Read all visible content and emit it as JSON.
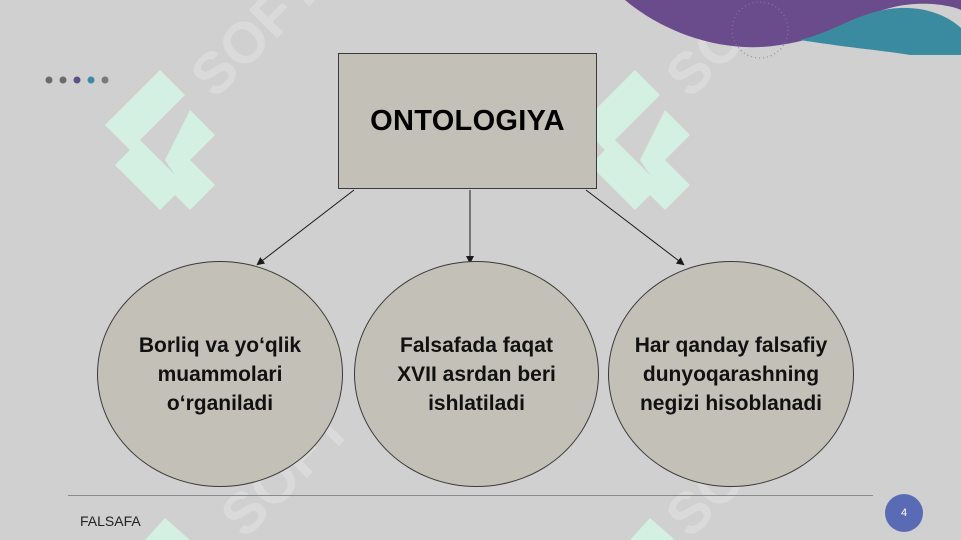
{
  "diagram": {
    "root": {
      "label": "ONTOLOGIYA"
    },
    "children": [
      {
        "label": "Borliq va yo‘qlik\nmuammolari\no‘rganiladi"
      },
      {
        "label": "Falsafada faqat\nXVII asrdan beri\nishlatiladi"
      },
      {
        "label": "Har qanday falsafiy\ndunyoqarashning\nnegizi hisoblanadi"
      }
    ]
  },
  "footer": {
    "title": "FALSAFA",
    "page_number": "4"
  },
  "watermark": {
    "text": "SOFT"
  },
  "colors": {
    "background": "#d0d0d0",
    "shape_fill": "#c3c0b8",
    "accent_purple": "#6a4c8c",
    "accent_teal": "#3a8aa0",
    "logo_mint": "#d4f0e2",
    "badge": "#5a6bb5"
  },
  "decor": {
    "dot_colors": [
      "#6b6b6b",
      "#6b6b6b",
      "#5f4f86",
      "#3d8aa3",
      "#7a7a7a"
    ]
  }
}
